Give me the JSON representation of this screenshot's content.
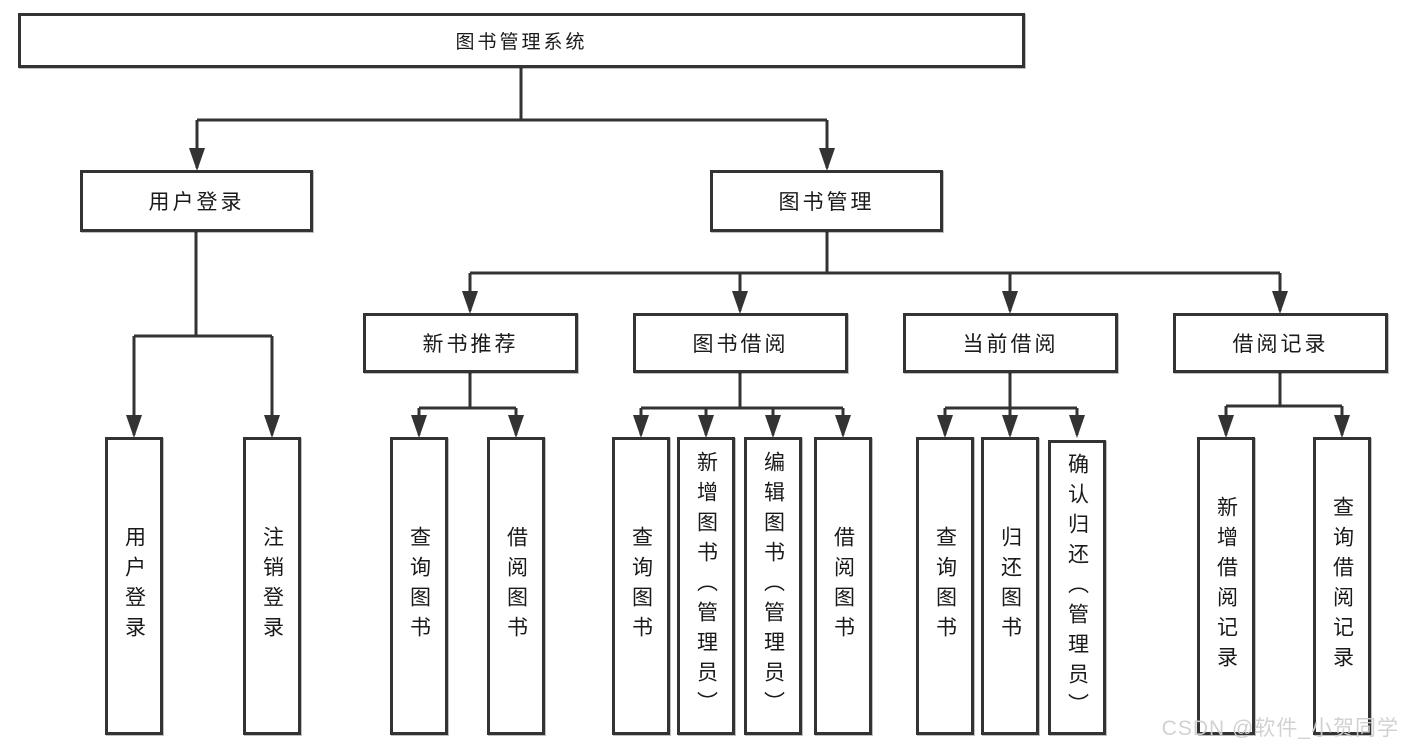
{
  "diagram": {
    "type": "hierarchy",
    "root": {
      "label": "图书管理系统",
      "children": [
        {
          "label": "用户登录",
          "children": [
            {
              "label": "用户登录"
            },
            {
              "label": "注销登录"
            }
          ]
        },
        {
          "label": "图书管理",
          "children": [
            {
              "label": "新书推荐",
              "children": [
                {
                  "label": "查询图书"
                },
                {
                  "label": "借阅图书"
                }
              ]
            },
            {
              "label": "图书借阅",
              "children": [
                {
                  "label": "查询图书"
                },
                {
                  "label": "新增图书（管理员）"
                },
                {
                  "label": "编辑图书（管理员）"
                },
                {
                  "label": "借阅图书"
                }
              ]
            },
            {
              "label": "当前借阅",
              "children": [
                {
                  "label": "查询图书"
                },
                {
                  "label": "归还图书"
                },
                {
                  "label": "确认归还（管理员）"
                }
              ]
            },
            {
              "label": "借阅记录",
              "children": [
                {
                  "label": "新增借阅记录"
                },
                {
                  "label": "查询借阅记录"
                }
              ]
            }
          ]
        }
      ]
    }
  },
  "watermark": {
    "text": "CSDN @软件_小贺同学"
  },
  "colors": {
    "line": "#333333",
    "text": "#1a1a1a",
    "background": "#ffffff",
    "watermark": "#cfcfcf"
  }
}
